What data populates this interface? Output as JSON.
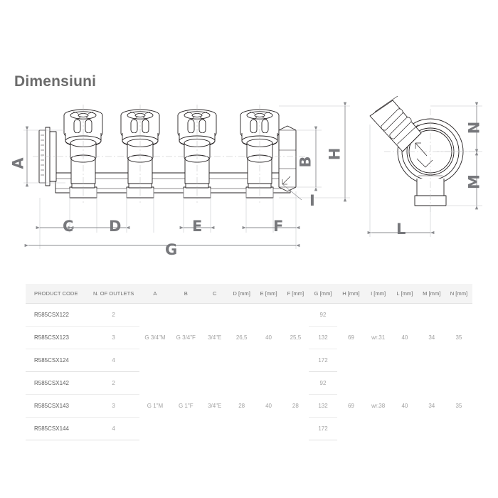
{
  "page": {
    "title": "Dimensiuni",
    "title_color": "#6b6b6b",
    "background": "#ffffff"
  },
  "drawing": {
    "name": "manifold-technical-drawing",
    "views": [
      {
        "name": "front-elevation",
        "description": "Manifold with 4 valve outlets, left inlet connection and right end fitting"
      },
      {
        "name": "side-end-view",
        "description": "End view of manifold body with angled valve"
      }
    ],
    "dimension_labels": [
      {
        "id": "A",
        "label": "A",
        "orientation": "vertical",
        "view": "front-elevation"
      },
      {
        "id": "B",
        "label": "B",
        "orientation": "vertical",
        "view": "front-elevation"
      },
      {
        "id": "C",
        "label": "C",
        "orientation": "horizontal",
        "view": "front-elevation"
      },
      {
        "id": "D",
        "label": "D",
        "orientation": "horizontal",
        "view": "front-elevation"
      },
      {
        "id": "E",
        "label": "E",
        "orientation": "horizontal",
        "view": "front-elevation"
      },
      {
        "id": "F",
        "label": "F",
        "orientation": "horizontal",
        "view": "front-elevation"
      },
      {
        "id": "G",
        "label": "G",
        "orientation": "horizontal",
        "view": "front-elevation"
      },
      {
        "id": "H",
        "label": "H",
        "orientation": "vertical",
        "view": "front-elevation"
      },
      {
        "id": "I",
        "label": "I",
        "orientation": "leader",
        "view": "front-elevation"
      },
      {
        "id": "L",
        "label": "L",
        "orientation": "horizontal",
        "view": "side-end-view"
      },
      {
        "id": "M",
        "label": "M",
        "orientation": "vertical",
        "view": "side-end-view"
      },
      {
        "id": "N",
        "label": "N",
        "orientation": "vertical",
        "view": "side-end-view"
      }
    ],
    "line_color": "#231f20",
    "dimension_color": "#8a8b8f"
  },
  "table": {
    "name": "dimensions-spec-table",
    "headers": [
      "PRODUCT CODE",
      "N. OF OUTLETS",
      "A",
      "B",
      "C",
      "D [mm]",
      "E [mm]",
      "F [mm]",
      "G [mm]",
      "H [mm]",
      "I [mm]",
      "L [mm]",
      "M [mm]",
      "N [mm]"
    ],
    "groups": [
      {
        "name": "group-3-4",
        "A": "G 3/4\"M",
        "B": "G 3/4\"F",
        "C": "3/4\"E",
        "D": "26,5",
        "E": "40",
        "F": "25,5",
        "H": "69",
        "I": "wr.31",
        "L": "40",
        "M": "34",
        "N": "35",
        "rows": [
          {
            "code": "R585CSX122",
            "outlets": "2",
            "G": "92"
          },
          {
            "code": "R585CSX123",
            "outlets": "3",
            "G": "132"
          },
          {
            "code": "R585CSX124",
            "outlets": "4",
            "G": "172"
          }
        ]
      },
      {
        "name": "group-1",
        "A": "G 1\"M",
        "B": "G 1\"F",
        "C": "3/4\"E",
        "D": "28",
        "E": "40",
        "F": "28",
        "H": "69",
        "I": "wr.38",
        "L": "40",
        "M": "34",
        "N": "35",
        "rows": [
          {
            "code": "R585CSX142",
            "outlets": "2",
            "G": "92"
          },
          {
            "code": "R585CSX143",
            "outlets": "3",
            "G": "132"
          },
          {
            "code": "R585CSX144",
            "outlets": "4",
            "G": "172"
          }
        ]
      }
    ]
  }
}
